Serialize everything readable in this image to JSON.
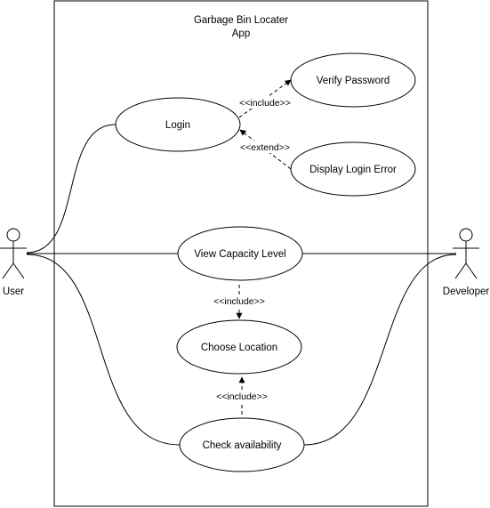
{
  "system": {
    "title_line1": "Garbage Bin Locater",
    "title_line2": "App"
  },
  "actors": {
    "user": "User",
    "developer": "Developer"
  },
  "use_cases": {
    "login": "Login",
    "verify_password": "Verify Password",
    "display_login_error": "Display Login Error",
    "view_capacity_level": "View Capacity Level",
    "choose_location": "Choose Location",
    "check_availability": "Check availability"
  },
  "relations": {
    "include_verify": "<<include>>",
    "extend_error": "<<extend>>",
    "include_location": "<<include>>",
    "include_check": "<<include>>"
  },
  "colors": {
    "stroke": "#000000",
    "background": "#ffffff"
  }
}
